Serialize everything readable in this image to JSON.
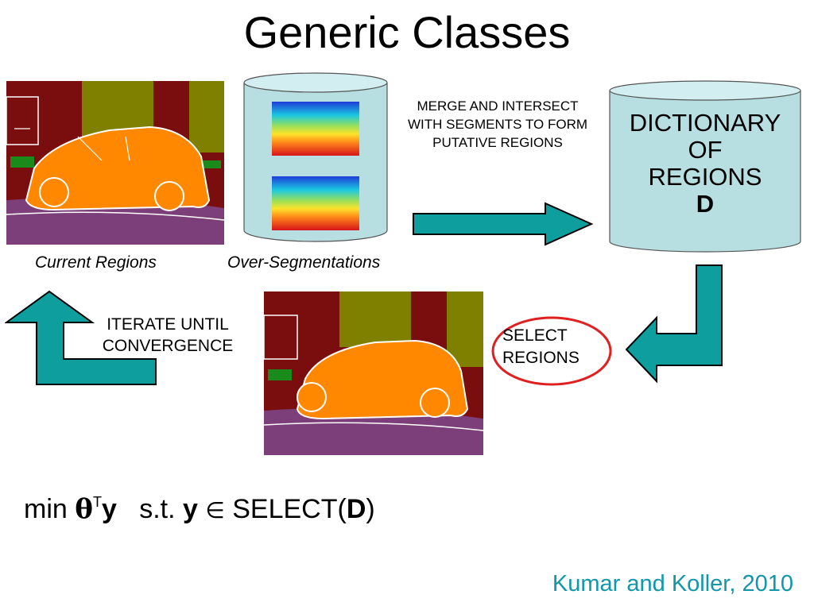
{
  "slide": {
    "title": "Generic Classes",
    "captions": {
      "current_regions": "Current Regions",
      "over_segmentations": "Over-Segmentations"
    },
    "notes": {
      "merge": [
        "MERGE AND INTERSECT",
        "WITH SEGMENTS TO FORM",
        "PUTATIVE REGIONS"
      ],
      "iterate": [
        "ITERATE UNTIL",
        "CONVERGENCE"
      ],
      "select": [
        "SELECT",
        "REGIONS"
      ]
    },
    "dictionary": {
      "lines": [
        "DICTIONARY",
        "OF",
        "REGIONS"
      ],
      "symbol": "D"
    },
    "formula": {
      "min": "min",
      "theta": "θ",
      "transpose": "T",
      "y1": "y",
      "st": "s.t.",
      "y2": "y",
      "elem": "∈",
      "select_open": "SELECT(",
      "D": "D",
      "close": ")"
    },
    "citation": "Kumar and Koller, 2010"
  },
  "colors": {
    "arrow_fill": "#0f9e9e",
    "cylinder_fill": "#b7dee1",
    "highlight_ellipse": "#e02020",
    "citation": "#1097aa",
    "segment_car": "#ff8800",
    "segment_road": "#7d3f7a",
    "segment_building": "#7a0d0d",
    "segment_tree": "#7f7f00",
    "segment_grass": "#1a8a1a"
  },
  "icons": {
    "arrow_right": "right-block-arrow-icon",
    "arrow_down_left": "down-left-block-arrow-icon",
    "arrow_up_right": "up-left-bent-arrow-icon"
  }
}
